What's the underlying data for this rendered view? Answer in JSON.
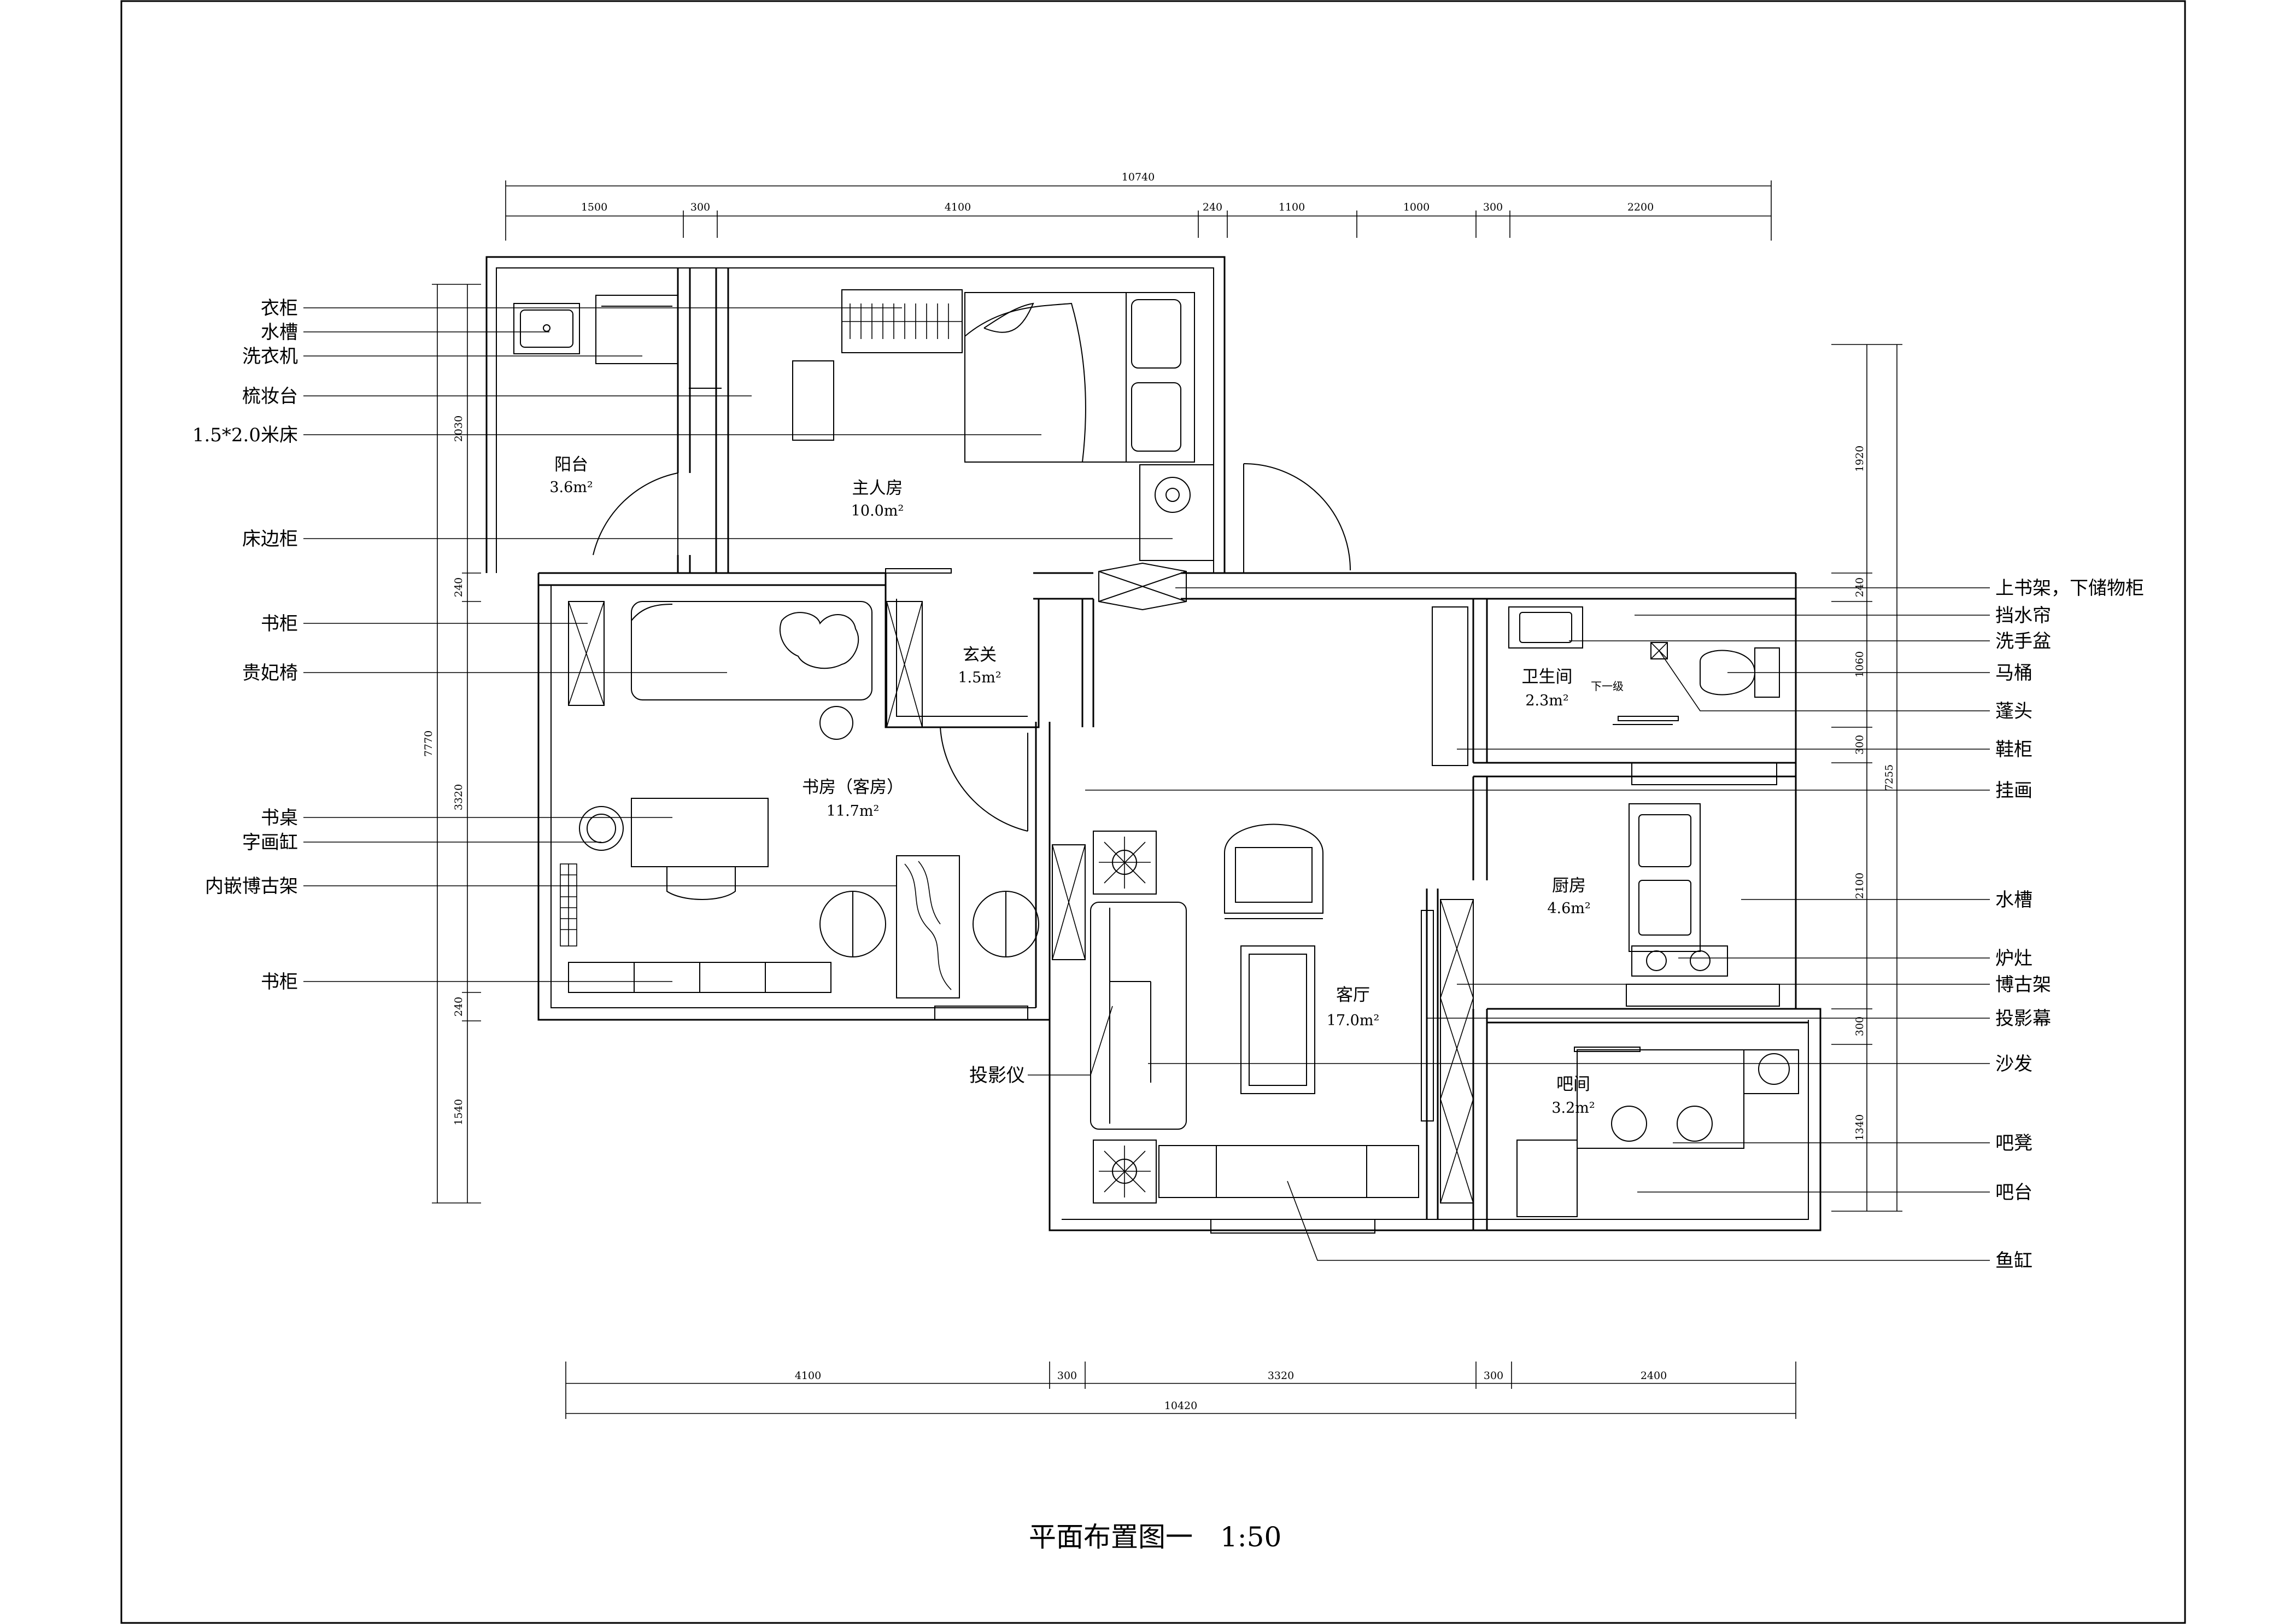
{
  "title": "平面布置图一　1:50",
  "rooms": [
    {
      "name": "阳台",
      "area": "3.6m²"
    },
    {
      "name": "主人房",
      "area": "10.0m²"
    },
    {
      "name": "玄关",
      "area": "1.5m²"
    },
    {
      "name": "卫生间",
      "area": "2.3m²"
    },
    {
      "name": "书房（客房）",
      "area": "11.7m²"
    },
    {
      "name": "厨房",
      "area": "4.6m²"
    },
    {
      "name": "客厅",
      "area": "17.0m²"
    },
    {
      "name": "吧间",
      "area": "3.2m²"
    }
  ],
  "step_note": "下一级",
  "labels_left": [
    "衣柜",
    "水槽",
    "洗衣机",
    "梳妆台",
    "1.5*2.0米床",
    "床边柜",
    "书柜",
    "贵妃椅",
    "书桌",
    "字画缸",
    "内嵌博古架",
    "书柜",
    "投影仪"
  ],
  "labels_right": [
    "上书架，下储物柜",
    "挡水帘",
    "洗手盆",
    "马桶",
    "蓬头",
    "鞋柜",
    "挂画",
    "水槽",
    "炉灶",
    "博古架",
    "投影幕",
    "沙发",
    "吧凳",
    "吧台",
    "鱼缸"
  ],
  "dims_top": [
    "1500",
    "300",
    "4100",
    "240",
    "1100",
    "1000",
    "300",
    "2200"
  ],
  "dims_top_total": "10740",
  "dims_bottom": [
    "4100",
    "300",
    "3320",
    "300",
    "2400"
  ],
  "dims_bottom_total": "10420",
  "dims_left": [
    "2030",
    "240",
    "3320",
    "240",
    "1540"
  ],
  "dims_left_total": "7770",
  "dims_right": [
    "1920",
    "240",
    "1060",
    "300",
    "2100",
    "300",
    "1340"
  ],
  "dims_right_total": "7255"
}
